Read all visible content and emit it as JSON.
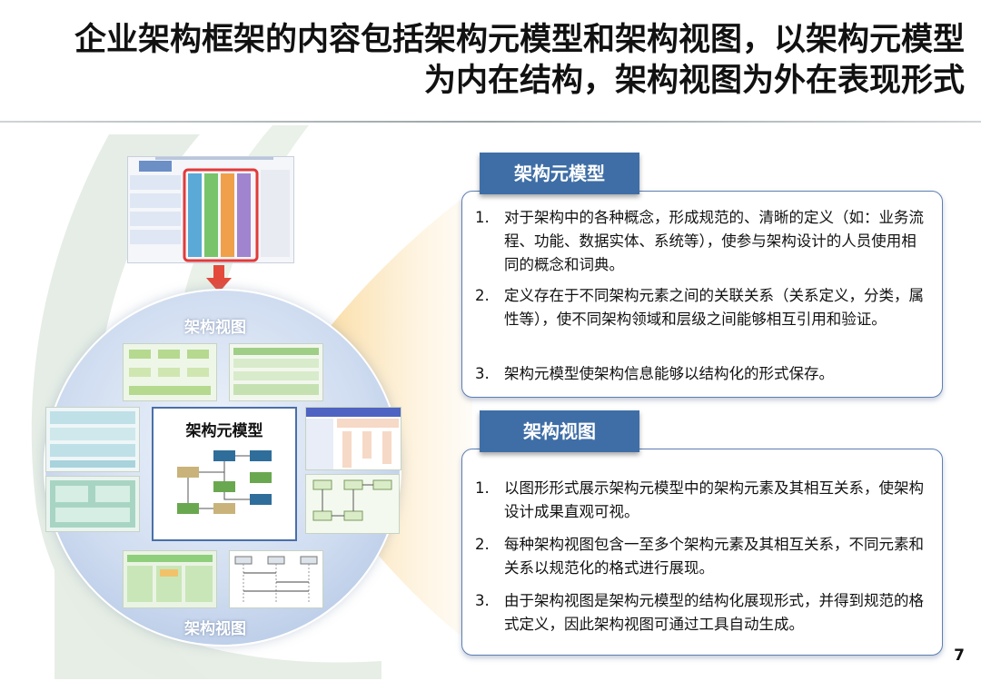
{
  "slide": {
    "title": "企业架构框架的内容包括架构元模型和架构视图，以架构元模型为内在结构，架构视图为外在表现形式",
    "page_number": "7"
  },
  "diagram": {
    "top_label": "架构视图",
    "bottom_label": "架构视图",
    "center_title": "架构元模型"
  },
  "panel_metamodel": {
    "tag": "架构元模型",
    "items": [
      {
        "num": "1.",
        "text": "对于架构中的各种概念，形成规范的、清晰的定义（如：业务流程、功能、数据实体、系统等），使参与架构设计的人员使用相同的概念和词典。"
      },
      {
        "num": "2.",
        "text": "定义存在于不同架构元素之间的关联关系（关系定义，分类，属性等），使不同架构领域和层级之间能够相互引用和验证。"
      },
      {
        "num": "3.",
        "text": "架构元模型使架构信息能够以结构化的形式保存。"
      }
    ]
  },
  "panel_view": {
    "tag": "架构视图",
    "items": [
      {
        "num": "1.",
        "text": "以图形形式展示架构元模型中的架构元素及其相互关系，使架构设计成果直观可视。"
      },
      {
        "num": "2.",
        "text": "每种架构视图包含一至多个架构元素及其相互关系，不同元素和关系以规范化的格式进行展现。"
      },
      {
        "num": "3.",
        "text": "由于架构视图是架构元模型的结构化展现形式，并得到规范的格式定义，因此架构视图可通过工具自动生成。"
      }
    ]
  },
  "colors": {
    "tag_blue": "#3f6ea6",
    "panel_border": "#5c7fb3",
    "arrow_red": "#e34a3c"
  }
}
